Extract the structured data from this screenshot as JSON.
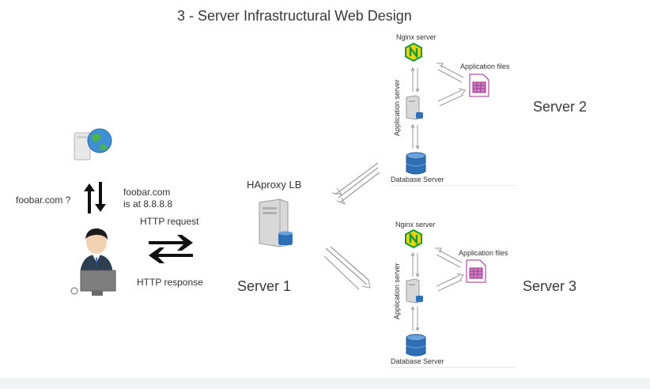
{
  "title": "3 - Server Infrastructural Web Design",
  "client": {
    "query_label": "foobar.com ?",
    "dns_answer_line1": "foobar.com",
    "dns_answer_line2": "is at 8.8.8.8",
    "http_request_label": "HTTP request",
    "http_response_label": "HTTP response"
  },
  "load_balancer": {
    "label": "HAproxy LB",
    "server_label": "Server 1"
  },
  "server2": {
    "name": "Server 2",
    "nginx_label": "Nginx server",
    "app_server_label": "Application server",
    "app_files_label": "Application files",
    "db_label": "Database Server"
  },
  "server3": {
    "name": "Server 3",
    "nginx_label": "Nginx server",
    "app_server_label": "Application server",
    "app_files_label": "Application files",
    "db_label": "Database Server"
  },
  "colors": {
    "nginx_green": "#0f9b3a",
    "nginx_yellow": "#f2d20a",
    "db_blue": "#2f6fb5",
    "file_purple": "#9b2d8a",
    "arrow_black": "#111111",
    "arrow_gray": "#9a9a9a"
  },
  "icons": {
    "globe": "web-globe-icon",
    "user": "user-at-laptop-icon",
    "lb_server": "server-tower-icon",
    "nginx": "nginx-logo-icon",
    "app_server": "server-tower-icon",
    "files": "document-file-icon",
    "database": "database-cylinder-icon"
  }
}
